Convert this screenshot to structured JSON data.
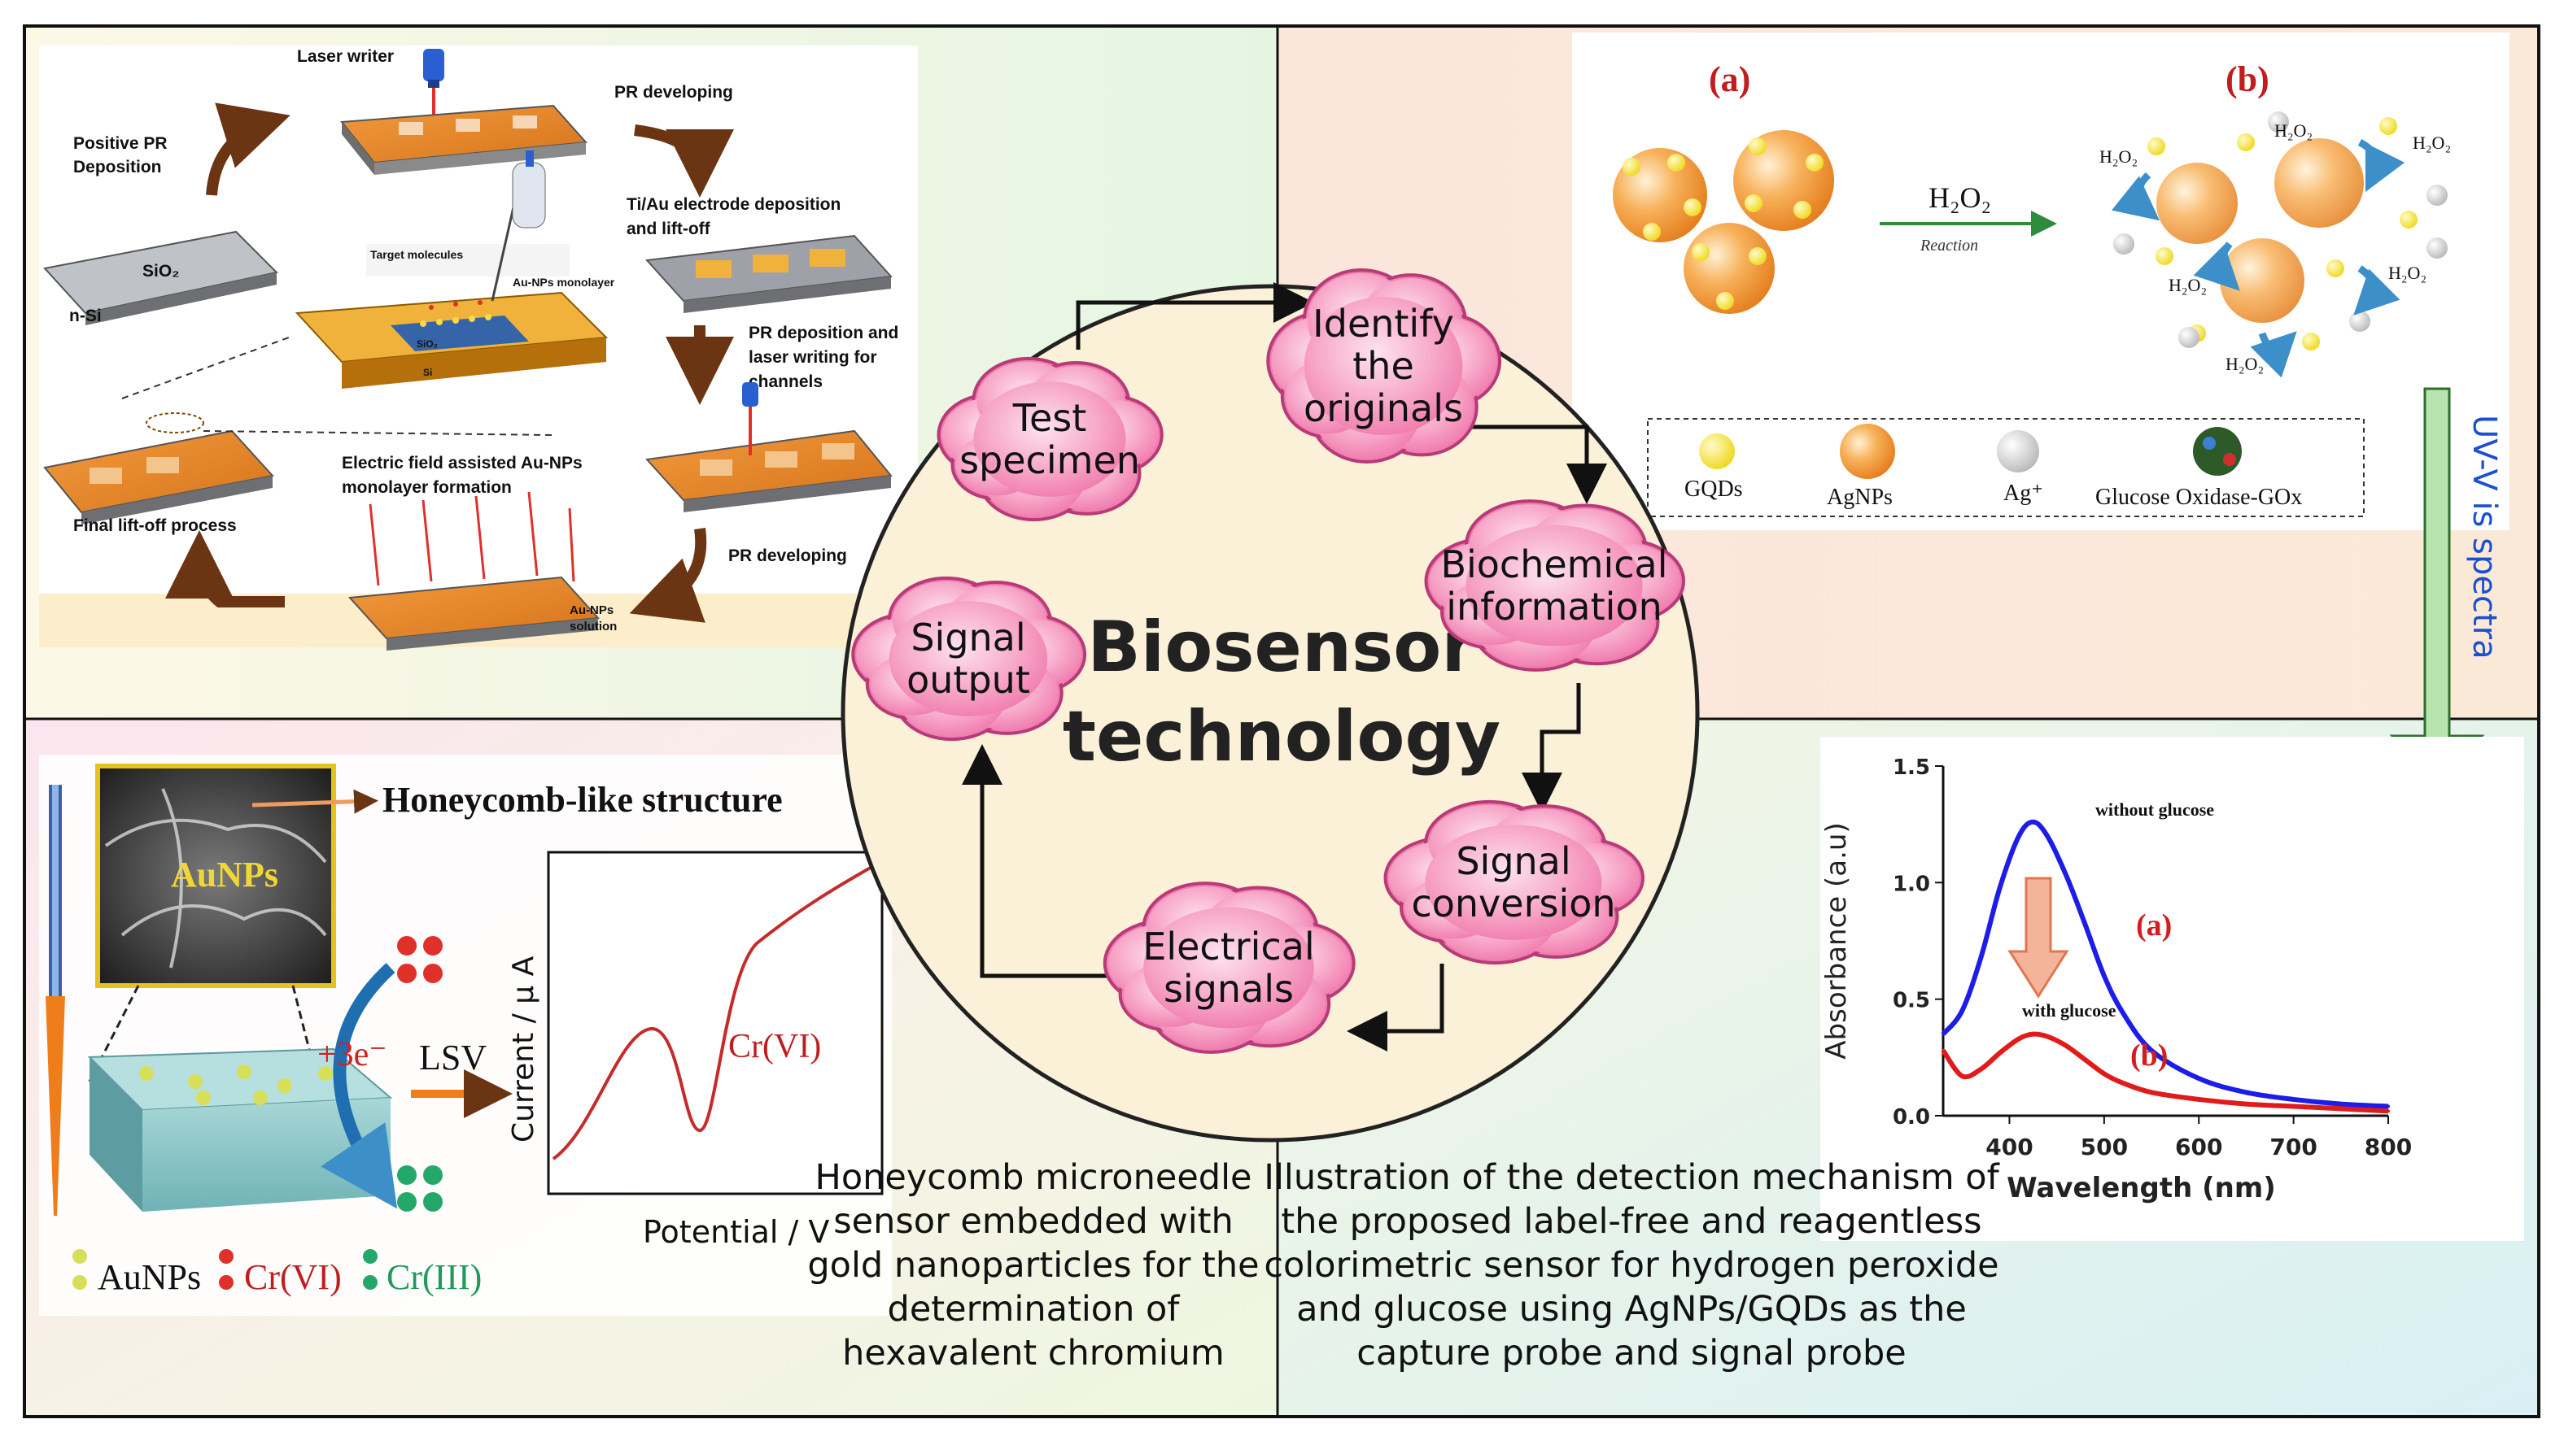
{
  "center": {
    "title_line1": "Biosensor",
    "title_line2": "technology",
    "steps": [
      "Test specimen",
      "Identify the originals",
      "Biochemical information",
      "Signal conversion",
      "Electrical signals",
      "Signal output"
    ],
    "step_lines": [
      [
        "Test",
        "specimen"
      ],
      [
        "Identify",
        "the",
        "originals"
      ],
      [
        "Biochemical",
        "information"
      ],
      [
        "Signal",
        "conversion"
      ],
      [
        "Electrical",
        "signals"
      ],
      [
        "Signal",
        "output"
      ]
    ]
  },
  "top_left": {
    "labels": {
      "laser_writer": "Laser writer",
      "pr_developing_1": "PR developing",
      "positive_pr_1": "Positive PR",
      "positive_pr_2": "Deposition",
      "tiau_1": "Ti/Au electrode deposition",
      "tiau_2": "and lift-off",
      "sio2": "SiO₂",
      "nsi": "n-Si",
      "target": "Target molecules",
      "monolayer": "Au-NPs monolayer",
      "sio2_small": "SiO₂",
      "si_small": "Si",
      "pr_dep_1": "PR deposition and",
      "pr_dep_2": "laser writing for",
      "pr_dep_3": "channels",
      "efield_1": "Electric field assisted Au-NPs",
      "efield_2": "monolayer formation",
      "final_liftoff": "Final lift-off process",
      "pr_developing_2": "PR developing",
      "aunps_sol_1": "Au-NPs",
      "aunps_sol_2": "solution"
    }
  },
  "top_right": {
    "labels": {
      "a": "(a)",
      "b": "(b)",
      "h2o2": "H₂O₂",
      "reaction": "Reaction",
      "legend_gqds": "GQDs",
      "legend_agnps": "AgNPs",
      "legend_ag": "Ag⁺",
      "legend_gox": "Glucose Oxidase-GOx"
    },
    "colors": {
      "agnp": "#f5a043",
      "gqd": "#f4e23a",
      "arrow": "#3d8fc9"
    }
  },
  "side_note": "UV-V is spectra",
  "bottom_left": {
    "honeycomb_label": "Honeycomb-like structure",
    "aunps_tag": "AuNPs",
    "electrons": "+3e⁻",
    "lsv": "LSV",
    "legend": [
      "AuNPs",
      "Cr(VI)",
      "Cr(III)"
    ],
    "caption": [
      "Honeycomb microneedle",
      "sensor embedded with",
      "gold nanoparticles for the",
      "determination of",
      "hexavalent chromium"
    ],
    "lsv_plot": {
      "xlabel": "Potential / V",
      "ylabel": "Current / μ A",
      "peak_label": "Cr(VI)"
    }
  },
  "bottom_right": {
    "caption": [
      "Illustration of the detection mechanism of",
      "the proposed label-free and reagentless",
      "colorimetric sensor for hydrogen peroxide",
      "and glucose using AgNPs/GQDs as the",
      "capture probe and signal probe"
    ]
  },
  "chart_data": {
    "type": "line",
    "xlabel": "Wavelength (nm)",
    "ylabel": "Absorbance (a.u)",
    "xlim": [
      330,
      800
    ],
    "ylim": [
      0.0,
      1.5
    ],
    "xticks": [
      400,
      500,
      600,
      700,
      800
    ],
    "yticks": [
      0.0,
      0.5,
      1.0,
      1.5
    ],
    "x": [
      330,
      350,
      370,
      390,
      410,
      425,
      440,
      460,
      480,
      500,
      520,
      550,
      600,
      650,
      700,
      750,
      800
    ],
    "series": [
      {
        "name": "without glucose",
        "tag": "(a)",
        "color": "#1d1de8",
        "values": [
          0.35,
          0.45,
          0.68,
          0.98,
          1.2,
          1.26,
          1.2,
          1.03,
          0.82,
          0.6,
          0.44,
          0.28,
          0.16,
          0.1,
          0.07,
          0.05,
          0.04
        ]
      },
      {
        "name": "with glucose",
        "tag": "(b)",
        "color": "#e11b1b",
        "values": [
          0.28,
          0.17,
          0.2,
          0.27,
          0.33,
          0.35,
          0.34,
          0.3,
          0.24,
          0.18,
          0.14,
          0.1,
          0.07,
          0.05,
          0.04,
          0.03,
          0.02
        ]
      }
    ],
    "grid": false,
    "legend": "in-plot labels"
  }
}
